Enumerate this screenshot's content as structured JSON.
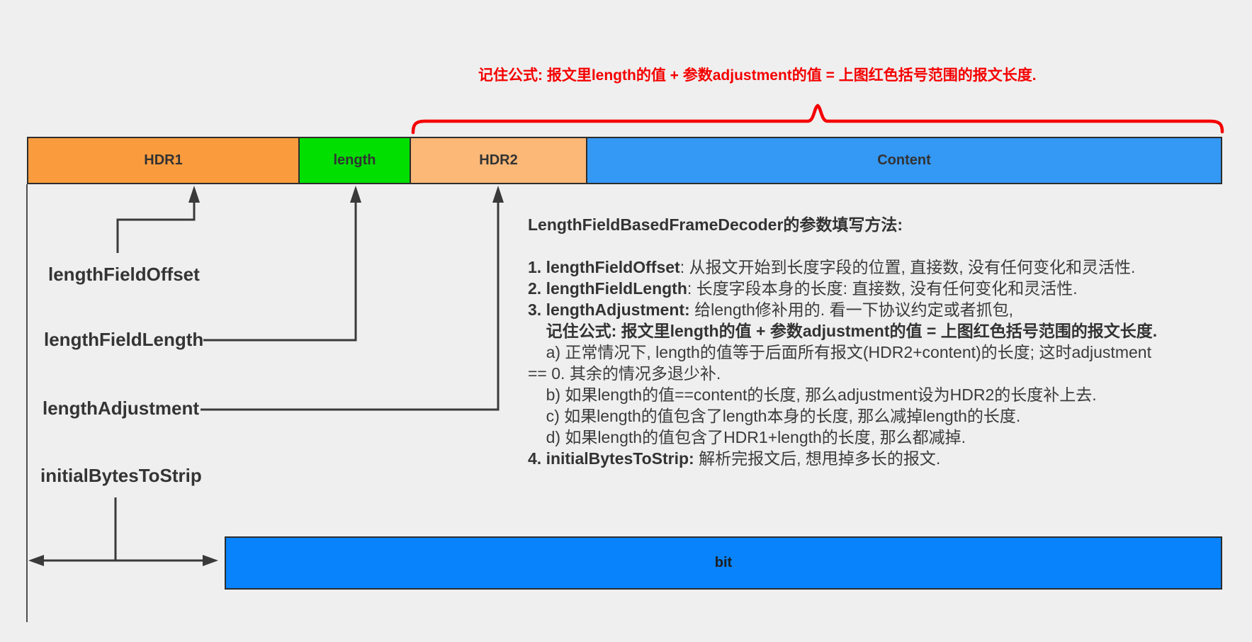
{
  "formula_banner": {
    "text": "记住公式: 报文里length的值 + 参数adjustment的值 = 上图红色括号范围的报文长度."
  },
  "frame_bar": {
    "segments": [
      {
        "label": "HDR1",
        "color": "#FA9C3E"
      },
      {
        "label": "length",
        "color": "#00DF00"
      },
      {
        "label": "HDR2",
        "color": "#FBB877"
      },
      {
        "label": "Content",
        "color": "#3498F5"
      }
    ]
  },
  "param_labels": {
    "length_field_offset": "lengthFieldOffset",
    "length_field_length": "lengthFieldLength",
    "length_adjustment": "lengthAdjustment",
    "initial_bytes_to_strip": "initialBytesToStrip"
  },
  "strip_bar": {
    "label": "bit",
    "color": "#0883FB"
  },
  "explanation": {
    "lines": [
      {
        "bold": "LengthFieldBasedFrameDecoder的参数填写方法:",
        "rest": ""
      },
      {
        "bold": "",
        "rest": ""
      },
      {
        "bold": "1. lengthFieldOffset",
        "rest": ": 从报文开始到长度字段的位置, 直接数, 没有任何变化和灵活性."
      },
      {
        "bold": "2. lengthFieldLength",
        "rest": ": 长度字段本身的长度: 直接数, 没有任何变化和灵活性."
      },
      {
        "bold": "3. lengthAdjustment:",
        "rest": " 给length修补用的. 看一下协议约定或者抓包,"
      },
      {
        "bold": "    记住公式: 报文里length的值 + 参数adjustment的值 = 上图红色括号范围的报文长度.",
        "rest": ""
      },
      {
        "bold": "",
        "rest": "    a) 正常情况下, length的值等于后面所有报文(HDR2+content)的长度; 这时adjustment"
      },
      {
        "bold": "",
        "rest": "== 0. 其余的情况多退少补."
      },
      {
        "bold": "",
        "rest": "    b) 如果length的值==content的长度, 那么adjustment设为HDR2的长度补上去."
      },
      {
        "bold": "",
        "rest": "    c) 如果length的值包含了length本身的长度, 那么减掉length的长度."
      },
      {
        "bold": "",
        "rest": "    d) 如果length的值包含了HDR1+length的长度, 那么都减掉."
      },
      {
        "bold": "4. initialBytesToStrip:",
        "rest": " 解析完报文后, 想甩掉多长的报文."
      }
    ]
  },
  "colors": {
    "red": "#f50000",
    "connector": "#3a3a3a",
    "axis_line": "#4f4f4f"
  }
}
